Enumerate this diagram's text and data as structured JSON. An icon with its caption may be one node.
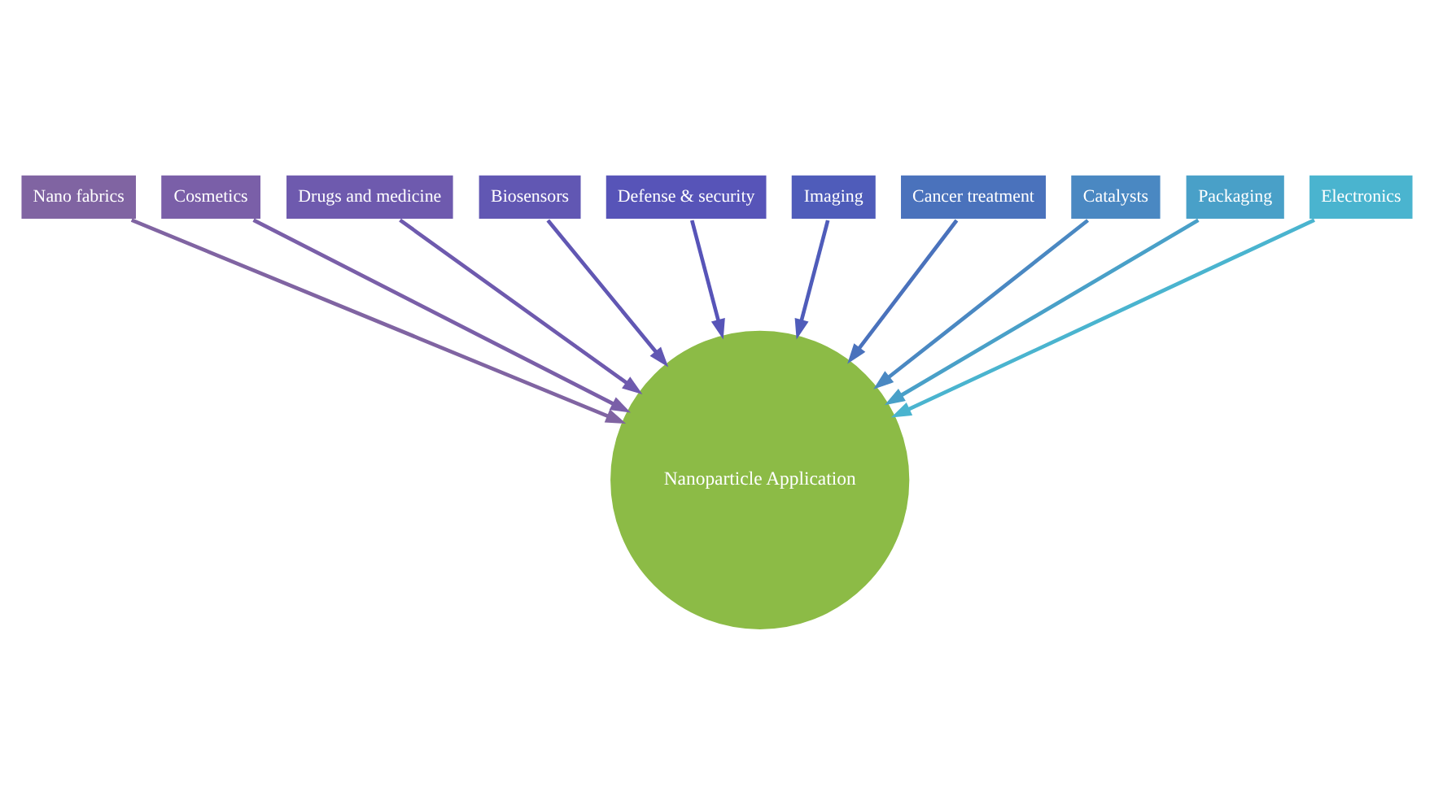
{
  "diagram": {
    "nodes": [
      {
        "text": [
          "Nano fabrics"
        ]
      },
      {
        "text": [
          "Cosmetics"
        ]
      },
      {
        "text": [
          "Drugs and medicine"
        ]
      },
      {
        "text": [
          "Biosensors"
        ]
      },
      {
        "text": [
          "Defense & security"
        ]
      },
      {
        "text": [
          "Imaging"
        ]
      },
      {
        "text": [
          "Cancer treatment"
        ]
      },
      {
        "text": [
          "Catalysts"
        ]
      },
      {
        "text": [
          "Packaging"
        ]
      },
      {
        "text": [
          "Electronics"
        ]
      },
      {
        "text": [
          "Nanoparticle Application"
        ]
      }
    ],
    "edges": [
      {
        "from": 0,
        "to": 10,
        "arrow": "to",
        "color": "#8064a2"
      },
      {
        "from": 1,
        "to": 10,
        "arrow": "to",
        "color": "#7a5fa8"
      },
      {
        "from": 2,
        "to": 10,
        "arrow": "to",
        "color": "#6e5aae"
      },
      {
        "from": 3,
        "to": 10,
        "arrow": "to",
        "color": "#6157b3"
      },
      {
        "from": 4,
        "to": 10,
        "arrow": "to",
        "color": "#5754b8"
      },
      {
        "from": 5,
        "to": 10,
        "arrow": "to",
        "color": "#4f5cba"
      },
      {
        "from": 6,
        "to": 10,
        "arrow": "to",
        "color": "#4a72bc"
      },
      {
        "from": 7,
        "to": 10,
        "arrow": "to",
        "color": "#4a88c2"
      },
      {
        "from": 8,
        "to": 10,
        "arrow": "to",
        "color": "#49a0c8"
      },
      {
        "from": 9,
        "to": 10,
        "arrow": "to",
        "color": "#4ab4cf"
      }
    ]
  }
}
